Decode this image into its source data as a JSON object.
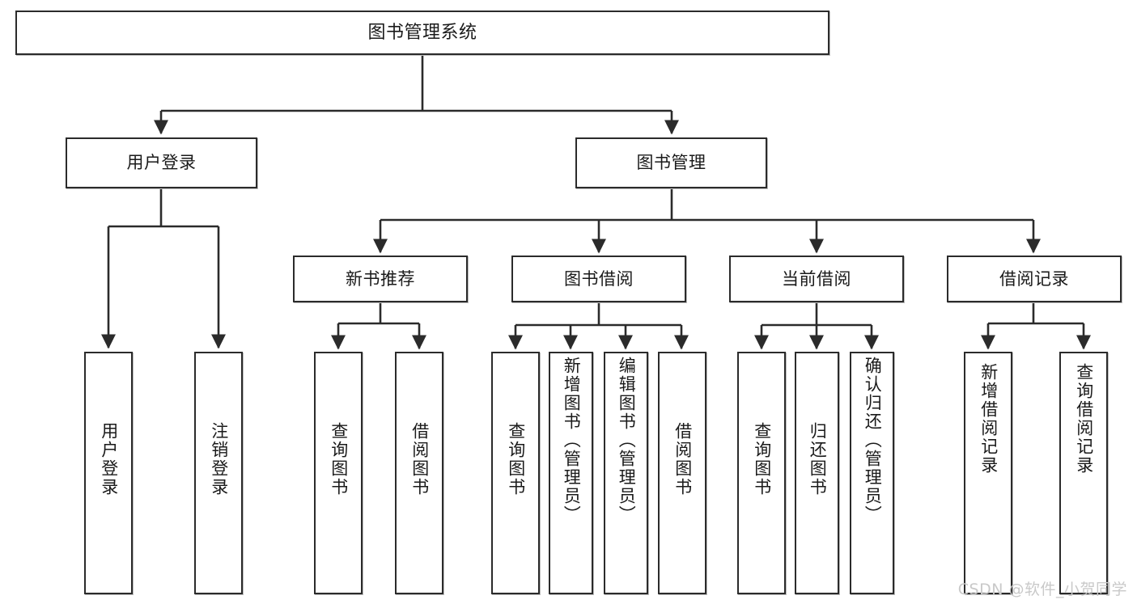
{
  "diagram": {
    "type": "tree",
    "title": "图书管理系统",
    "orientation": "top-down",
    "colors": {
      "node_border": "#2b2b2b",
      "node_fill": "#ffffff",
      "edge": "#2b2b2b",
      "text": "#1a1a1a",
      "watermark": "#c9c9c9"
    },
    "nodes": {
      "root": {
        "label": "图书管理系统",
        "level": 1,
        "text_direction": "horizontal"
      },
      "l2": [
        {
          "id": "user-login",
          "label": "用户登录",
          "level": 2,
          "text_direction": "horizontal"
        },
        {
          "id": "book-manage",
          "label": "图书管理",
          "level": 2,
          "text_direction": "horizontal"
        }
      ],
      "l3": [
        {
          "id": "new-book-recommend",
          "label": "新书推荐",
          "level": 3,
          "text_direction": "horizontal"
        },
        {
          "id": "book-borrow",
          "label": "图书借阅",
          "level": 3,
          "text_direction": "horizontal"
        },
        {
          "id": "current-borrow",
          "label": "当前借阅",
          "level": 3,
          "text_direction": "horizontal"
        },
        {
          "id": "borrow-record",
          "label": "借阅记录",
          "level": 3,
          "text_direction": "horizontal"
        }
      ],
      "leaves": [
        {
          "id": "leaf-user-login",
          "label": "用户登录",
          "parent": "user-login",
          "text_direction": "vertical"
        },
        {
          "id": "leaf-user-logout",
          "label": "注销登录",
          "parent": "user-login",
          "text_direction": "vertical"
        },
        {
          "id": "leaf-query-book-1",
          "label": "查询图书",
          "parent": "new-book-recommend",
          "text_direction": "vertical"
        },
        {
          "id": "leaf-borrow-book-1",
          "label": "借阅图书",
          "parent": "new-book-recommend",
          "text_direction": "vertical"
        },
        {
          "id": "leaf-query-book-2",
          "label": "查询图书",
          "parent": "book-borrow",
          "text_direction": "vertical"
        },
        {
          "id": "leaf-add-book",
          "label": "新增图书（管理员）",
          "parent": "book-borrow",
          "text_direction": "vertical"
        },
        {
          "id": "leaf-edit-book",
          "label": "编辑图书（管理员）",
          "parent": "book-borrow",
          "text_direction": "vertical"
        },
        {
          "id": "leaf-borrow-book-2",
          "label": "借阅图书",
          "parent": "book-borrow",
          "text_direction": "vertical"
        },
        {
          "id": "leaf-query-book-3",
          "label": "查询图书",
          "parent": "current-borrow",
          "text_direction": "vertical"
        },
        {
          "id": "leaf-return-book",
          "label": "归还图书",
          "parent": "current-borrow",
          "text_direction": "vertical"
        },
        {
          "id": "leaf-confirm-return",
          "label": "确认归还（管理员）",
          "parent": "current-borrow",
          "text_direction": "vertical"
        },
        {
          "id": "leaf-add-record",
          "label": "新增借阅记录",
          "parent": "borrow-record",
          "text_direction": "vertical"
        },
        {
          "id": "leaf-query-record",
          "label": "查询借阅记录",
          "parent": "borrow-record",
          "text_direction": "vertical"
        }
      ]
    }
  },
  "watermark": {
    "text": "CSDN @软件_小贺同学"
  }
}
